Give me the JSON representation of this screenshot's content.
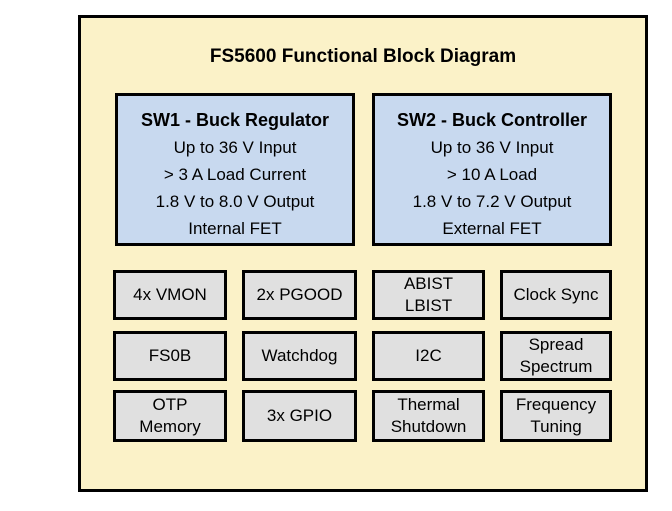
{
  "title": "FS5600 Functional Block Diagram",
  "colors": {
    "canvas_background": "#ffffff",
    "frame_background": "#fbf2c8",
    "feature_block_background": "#c8d9ef",
    "function_block_background": "#e0e0e0",
    "border": "#000000",
    "text": "#000000"
  },
  "feature_blocks": [
    {
      "title": "SW1 - Buck Regulator",
      "lines": [
        "Up to 36 V Input",
        "> 3 A Load Current",
        "1.8 V to 8.0 V Output",
        "Internal FET"
      ]
    },
    {
      "title": "SW2 - Buck Controller",
      "lines": [
        "Up to 36 V Input",
        "> 10 A Load",
        "1.8 V to 7.2 V Output",
        "External FET"
      ]
    }
  ],
  "function_blocks": [
    {
      "lines": [
        "4x VMON"
      ]
    },
    {
      "lines": [
        "2x PGOOD"
      ]
    },
    {
      "lines": [
        "ABIST",
        "LBIST"
      ]
    },
    {
      "lines": [
        "Clock Sync"
      ]
    },
    {
      "lines": [
        "FS0B"
      ]
    },
    {
      "lines": [
        "Watchdog"
      ]
    },
    {
      "lines": [
        "I2C"
      ]
    },
    {
      "lines": [
        "Spread",
        "Spectrum"
      ]
    },
    {
      "lines": [
        "OTP",
        "Memory"
      ]
    },
    {
      "lines": [
        "3x GPIO"
      ]
    },
    {
      "lines": [
        "Thermal",
        "Shutdown"
      ]
    },
    {
      "lines": [
        "Frequency",
        "Tuning"
      ]
    }
  ]
}
